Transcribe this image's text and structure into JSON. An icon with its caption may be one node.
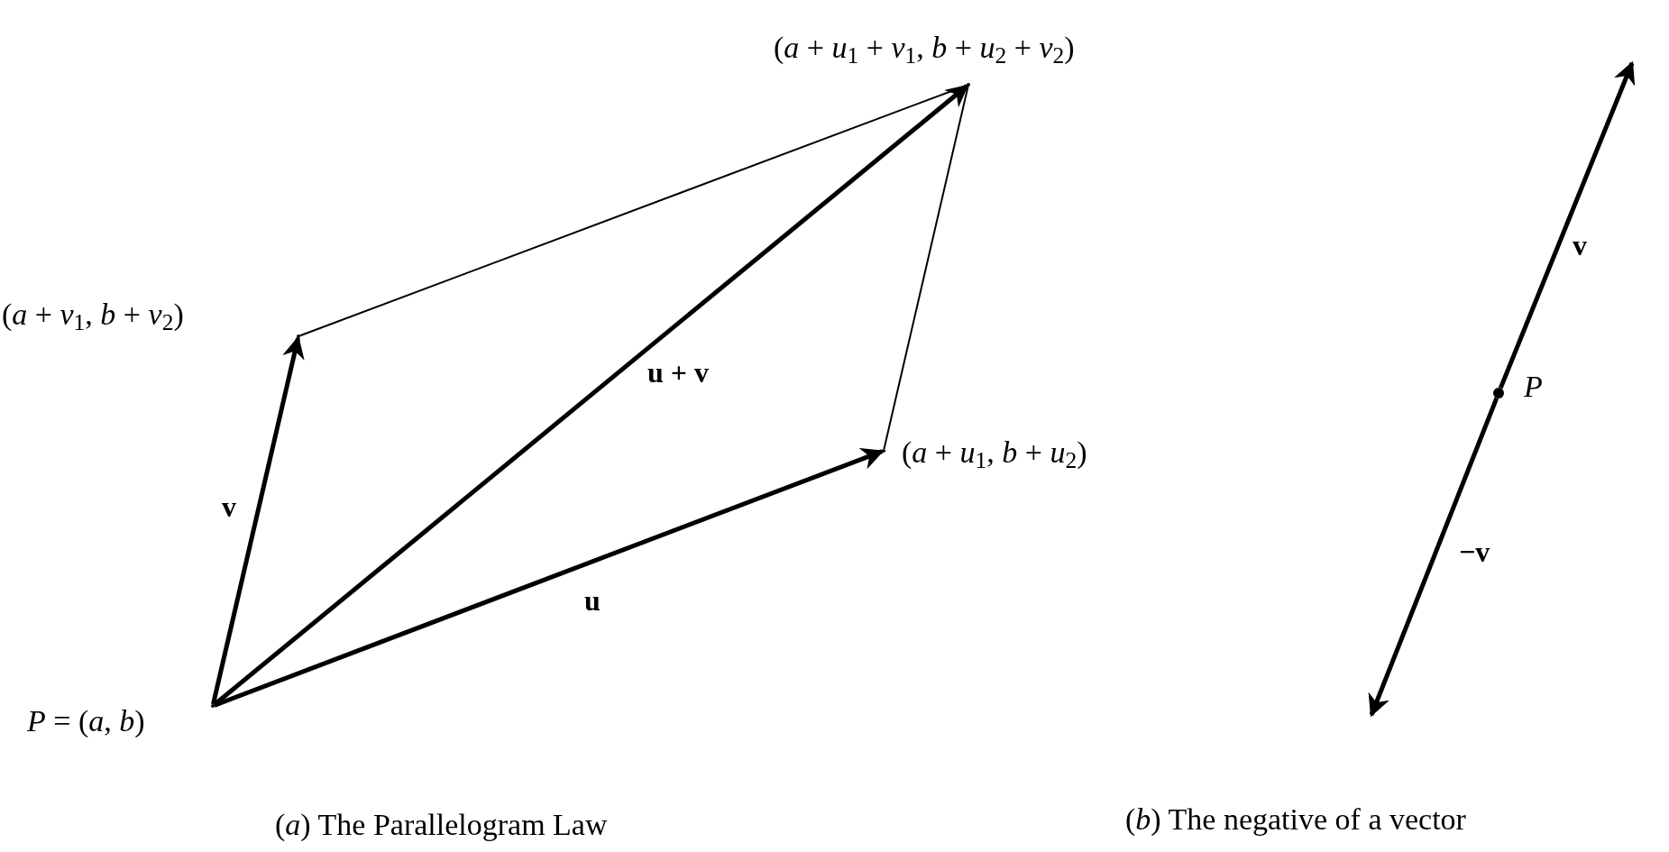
{
  "diagram": {
    "nodes": [
      {
        "text": [],
        "shape": "point",
        "beside": [
          "*P* = (*a*, *b*)"
        ]
      },
      {
        "text": [],
        "shape": "point",
        "beside": [
          "(*a* + *u*$_{1}$, *b* + *u*$_{2}$)"
        ]
      },
      {
        "text": [],
        "shape": "point",
        "beside": [
          "(*a* + *v*$_{1}$, *b* + *v*$_{2}$)"
        ]
      },
      {
        "text": [],
        "shape": "point",
        "beside": [
          "(*a* + *u*$_{1}$ + *v*$_{1}$, *b* + *u*$_{2}$ + *v*$_{2}$)"
        ]
      },
      {
        "text": [],
        "shape": "circle",
        "beside": [
          "*P*"
        ]
      }
    ],
    "edges": [
      {
        "from": 0,
        "to": 1,
        "arrow": "to",
        "label": "u"
      },
      {
        "from": 0,
        "to": 2,
        "arrow": "to",
        "label": "v"
      },
      {
        "from": 0,
        "to": 3,
        "arrow": "to",
        "label": "u + v"
      },
      {
        "from": 2,
        "to": 3,
        "arrow": "none"
      },
      {
        "from": 1,
        "to": 3,
        "arrow": "none"
      },
      {
        "from": 4,
        "to": null,
        "arrow": "to",
        "label": "v"
      },
      {
        "from": 4,
        "to": null,
        "arrow": "to",
        "label": "−v"
      }
    ],
    "labels": [
      "(*a*) The Parallelogram Law",
      "(*b*) The negative of a vector"
    ]
  }
}
